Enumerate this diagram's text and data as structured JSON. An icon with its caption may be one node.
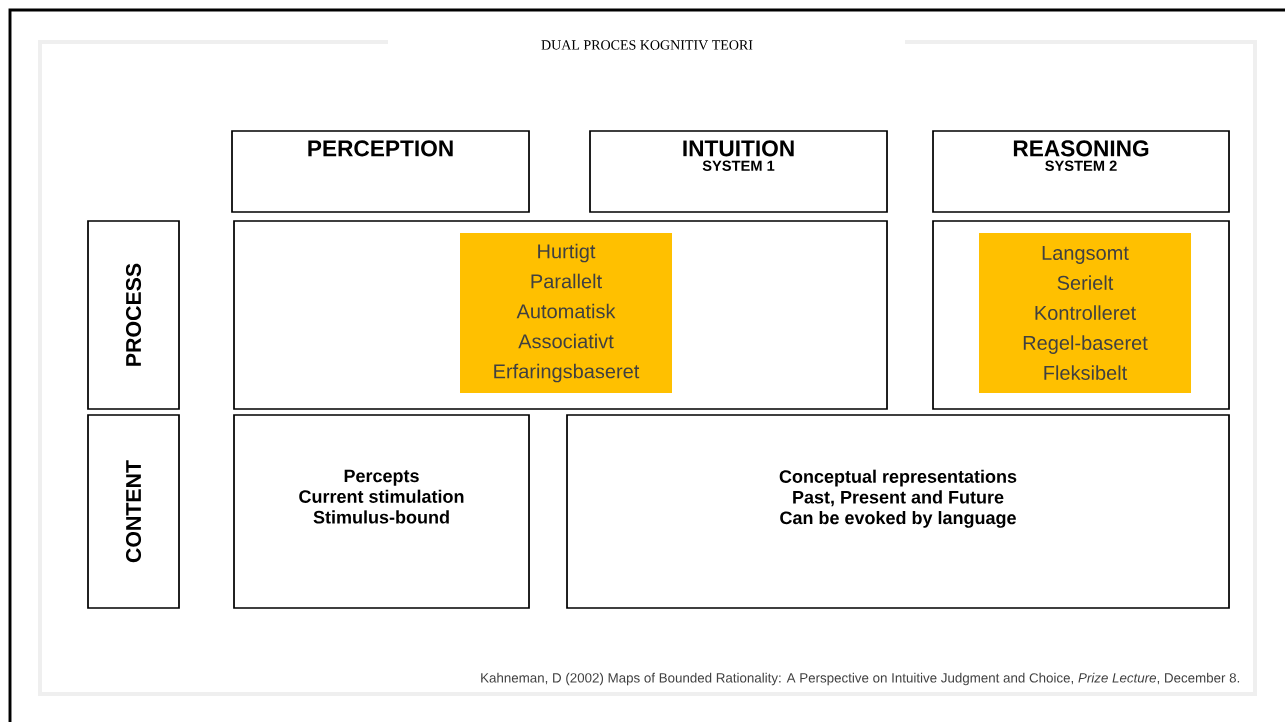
{
  "diagram": {
    "title": "DUAL PROCES KOGNITIV TEORI",
    "caption": "Kahneman, D (2002) Maps of Bounded Rationality: A Perspective on Intuitive Judgment and Choice, *Prize Lecture*, December 8.",
    "nodes": [
      {
        "text": [
          "PERCEPTION"
        ]
      },
      {
        "text": [
          "INTUITION",
          "SYSTEM 1"
        ]
      },
      {
        "text": [
          "REASONING",
          "SYSTEM 2"
        ]
      },
      {
        "text": [
          "PROCESS"
        ]
      },
      {
        "text": [
          "CONTENT"
        ]
      },
      {
        "text": [],
        "shape": "box"
      },
      {
        "text": [
          "Hurtigt",
          "Parallelt",
          "Automatisk",
          "Associativt",
          "Erfaringsbaseret"
        ],
        "in": 5
      },
      {
        "text": [],
        "shape": "box"
      },
      {
        "text": [
          "Langsomt",
          "Serielt",
          "Kontrolleret",
          "Regel-baseret",
          "Fleksibelt"
        ],
        "in": 7
      },
      {
        "text": [
          "Percepts",
          "Current stimulation",
          "Stimulus-bound"
        ]
      },
      {
        "text": [
          "Conceptual representations",
          "Past, Present and Future",
          "Can be evoked by language"
        ]
      }
    ]
  }
}
